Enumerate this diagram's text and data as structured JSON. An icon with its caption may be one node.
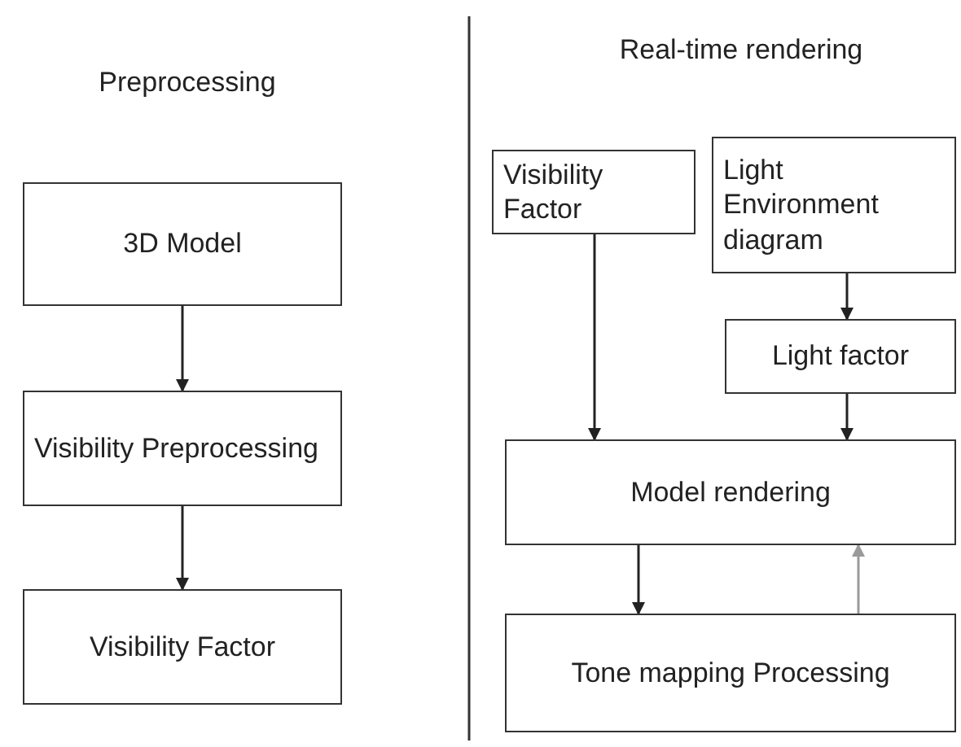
{
  "diagram": {
    "nodes": [
      {
        "text": [
          "3D Model"
        ]
      },
      {
        "text": [
          "Visibility Preprocessing"
        ]
      },
      {
        "text": [
          "Visibility Factor"
        ]
      },
      {
        "text": [
          "Visibility Factor"
        ]
      },
      {
        "text": [
          "Light Environment diagram"
        ]
      },
      {
        "text": [
          "Light factor"
        ]
      },
      {
        "text": [
          "Model rendering"
        ]
      },
      {
        "text": [
          "Tone mapping Processing"
        ]
      }
    ],
    "edges": [
      {
        "from": 0,
        "to": 1,
        "arrow": "to"
      },
      {
        "from": 1,
        "to": 2,
        "arrow": "to"
      },
      {
        "from": 3,
        "to": 6,
        "arrow": "to"
      },
      {
        "from": 4,
        "to": 5,
        "arrow": "to"
      },
      {
        "from": 5,
        "to": 6,
        "arrow": "to"
      },
      {
        "from": 6,
        "to": 7,
        "arrow": "to"
      },
      {
        "from": 7,
        "to": 6,
        "arrow": "to",
        "color": "#9a9a9a"
      }
    ],
    "labels": [
      "Preprocessing",
      "Real-time rendering"
    ]
  }
}
